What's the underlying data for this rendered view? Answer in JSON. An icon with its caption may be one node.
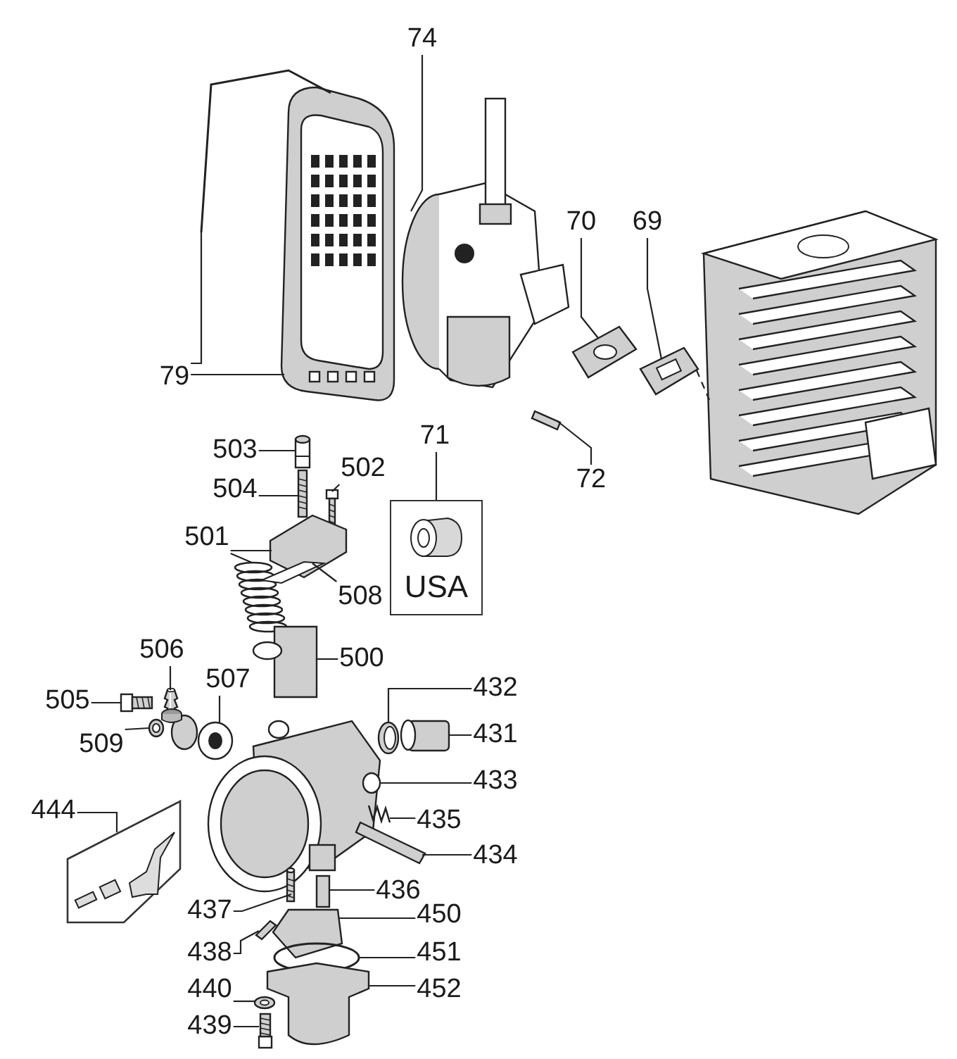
{
  "diagram": {
    "nodes": [
      {
        "text": [
          "74"
        ]
      },
      {
        "text": [
          "70"
        ]
      },
      {
        "text": [
          "69"
        ]
      },
      {
        "text": [
          "79"
        ]
      },
      {
        "text": [
          "72"
        ]
      },
      {
        "text": [
          "503"
        ]
      },
      {
        "text": [
          "71"
        ]
      },
      {
        "text": [
          "USA"
        ]
      },
      {
        "text": [
          "504"
        ]
      },
      {
        "text": [
          "502"
        ]
      },
      {
        "text": [
          "501"
        ]
      },
      {
        "text": [
          "508"
        ]
      },
      {
        "text": [
          "500"
        ]
      },
      {
        "text": [
          "506"
        ]
      },
      {
        "text": [
          "507"
        ]
      },
      {
        "text": [
          "432"
        ]
      },
      {
        "text": [
          "505"
        ]
      },
      {
        "text": [
          "431"
        ]
      },
      {
        "text": [
          "509"
        ]
      },
      {
        "text": [
          "433"
        ]
      },
      {
        "text": [
          "444"
        ]
      },
      {
        "text": [],
        "shape": "box"
      },
      {
        "text": [
          "435"
        ]
      },
      {
        "text": [
          "434"
        ]
      },
      {
        "text": [
          "436"
        ]
      },
      {
        "text": [
          "437"
        ]
      },
      {
        "text": [
          "450"
        ]
      },
      {
        "text": [
          "438"
        ]
      },
      {
        "text": [
          "451"
        ]
      },
      {
        "text": [
          "440"
        ]
      },
      {
        "text": [
          "452"
        ]
      },
      {
        "text": [
          "439"
        ]
      },
      {
        "text": [],
        "shape": "picture"
      },
      {
        "text": [],
        "shape": "picture"
      },
      {
        "text": [],
        "shape": "picture"
      },
      {
        "text": [],
        "shape": "picture"
      },
      {
        "text": [],
        "shape": "picture"
      },
      {
        "text": [],
        "shape": "picture"
      },
      {
        "text": [],
        "shape": "picture"
      },
      {
        "text": [],
        "shape": "picture"
      },
      {
        "text": [],
        "shape": "picture"
      },
      {
        "text": [],
        "shape": "picture"
      },
      {
        "text": [],
        "shape": "picture"
      },
      {
        "text": [],
        "shape": "picture"
      },
      {
        "text": [],
        "shape": "picture"
      },
      {
        "text": [],
        "shape": "picture"
      },
      {
        "text": [],
        "shape": "picture"
      },
      {
        "text": [],
        "shape": "picture"
      },
      {
        "text": [],
        "shape": "picture"
      },
      {
        "text": [],
        "shape": "picture"
      },
      {
        "text": [],
        "shape": "picture"
      },
      {
        "text": [],
        "shape": "picture"
      },
      {
        "text": [],
        "shape": "picture"
      },
      {
        "text": [],
        "shape": "picture"
      },
      {
        "text": [],
        "shape": "picture"
      },
      {
        "text": [],
        "shape": "picture"
      },
      {
        "text": [],
        "shape": "picture"
      },
      {
        "text": [],
        "shape": "picture"
      },
      {
        "text": [],
        "shape": "picture"
      },
      {
        "text": [],
        "shape": "picture"
      },
      {
        "text": [],
        "shape": "picture"
      },
      {
        "text": [],
        "shape": "picture"
      },
      {
        "text": [],
        "shape": "picture"
      }
    ],
    "edges": [
      {
        "from": 0,
        "to": 32,
        "arrow": "none"
      },
      {
        "from": 1,
        "to": 33,
        "arrow": "none"
      },
      {
        "from": 2,
        "to": 34,
        "arrow": "none"
      },
      {
        "from": 3,
        "to": 35,
        "arrow": "none"
      },
      {
        "from": 3,
        "to": 36,
        "arrow": "none"
      },
      {
        "from": 4,
        "to": 37,
        "arrow": "none"
      },
      {
        "from": 5,
        "to": 38,
        "arrow": "none"
      },
      {
        "from": 6,
        "to": 7,
        "arrow": "none"
      },
      {
        "from": 8,
        "to": 39,
        "arrow": "none"
      },
      {
        "from": 9,
        "to": 40,
        "arrow": "none"
      },
      {
        "from": 10,
        "to": 41,
        "arrow": "none"
      },
      {
        "from": 10,
        "to": 42,
        "arrow": "none"
      },
      {
        "from": 11,
        "to": 43,
        "arrow": "none"
      },
      {
        "from": 12,
        "to": 44,
        "arrow": "none"
      },
      {
        "from": 13,
        "to": 45,
        "arrow": "none"
      },
      {
        "from": 14,
        "to": 46,
        "arrow": "none"
      },
      {
        "from": 15,
        "to": 47,
        "arrow": "none"
      },
      {
        "from": 16,
        "to": 48,
        "arrow": "none"
      },
      {
        "from": 17,
        "to": 49,
        "arrow": "none"
      },
      {
        "from": 18,
        "to": 50,
        "arrow": "none"
      },
      {
        "from": 19,
        "to": 51,
        "arrow": "none"
      },
      {
        "from": 20,
        "to": 21,
        "arrow": "none"
      },
      {
        "from": 22,
        "to": 52,
        "arrow": "none"
      },
      {
        "from": 23,
        "to": 53,
        "arrow": "none"
      },
      {
        "from": 24,
        "to": 54,
        "arrow": "none"
      },
      {
        "from": 25,
        "to": 55,
        "arrow": "none"
      },
      {
        "from": 26,
        "to": 56,
        "arrow": "none"
      },
      {
        "from": 27,
        "to": 57,
        "arrow": "none"
      },
      {
        "from": 28,
        "to": 58,
        "arrow": "none"
      },
      {
        "from": 29,
        "to": 59,
        "arrow": "none"
      },
      {
        "from": 30,
        "to": 60,
        "arrow": "none"
      },
      {
        "from": 31,
        "to": 61,
        "arrow": "none"
      },
      {
        "from": 34,
        "to": 62,
        "arrow": "none",
        "style": "dashed"
      }
    ]
  }
}
